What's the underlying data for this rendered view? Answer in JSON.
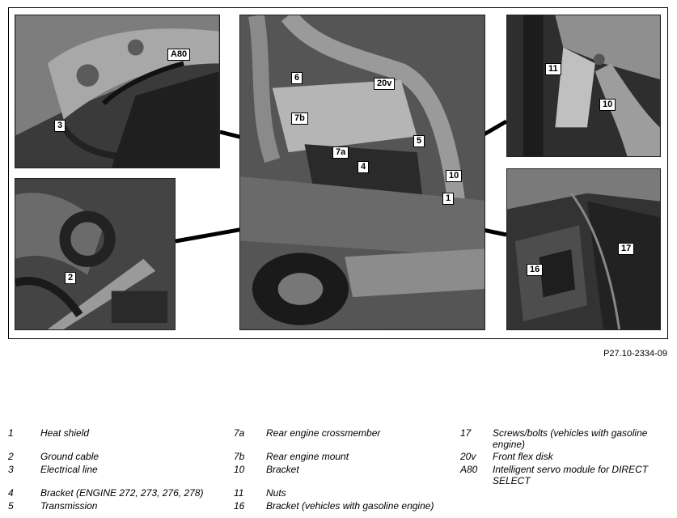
{
  "callouts": {
    "a80": "A80",
    "c3": "3",
    "c2": "2",
    "c6": "6",
    "c20v": "20v",
    "c7b": "7b",
    "c7a": "7a",
    "c4": "4",
    "c5": "5",
    "c10_main": "10",
    "c1": "1",
    "c11": "11",
    "c10_detail": "10",
    "c17": "17",
    "c16": "16"
  },
  "figure_id": "P27.10-2334-09",
  "legend": [
    {
      "key": "1",
      "desc": "Heat shield"
    },
    {
      "key": "2",
      "desc": "Ground cable"
    },
    {
      "key": "3",
      "desc": "Electrical line"
    },
    {
      "key": "4",
      "desc": "Bracket (ENGINE 272, 273, 276, 278)"
    },
    {
      "key": "5",
      "desc": "Transmission"
    },
    {
      "key": "7a",
      "desc": "Rear engine crossmember"
    },
    {
      "key": "7b",
      "desc": "Rear engine mount"
    },
    {
      "key": "10",
      "desc": "Bracket"
    },
    {
      "key": "11",
      "desc": "Nuts"
    },
    {
      "key": "16",
      "desc": "Bracket (vehicles with gasoline engine)"
    },
    {
      "key": "17",
      "desc": "Screws/bolts (vehicles with gasoline engine)"
    },
    {
      "key": "20v",
      "desc": "Front flex disk"
    },
    {
      "key": "A80",
      "desc": "Intelligent servo module for DIRECT SELECT"
    }
  ]
}
